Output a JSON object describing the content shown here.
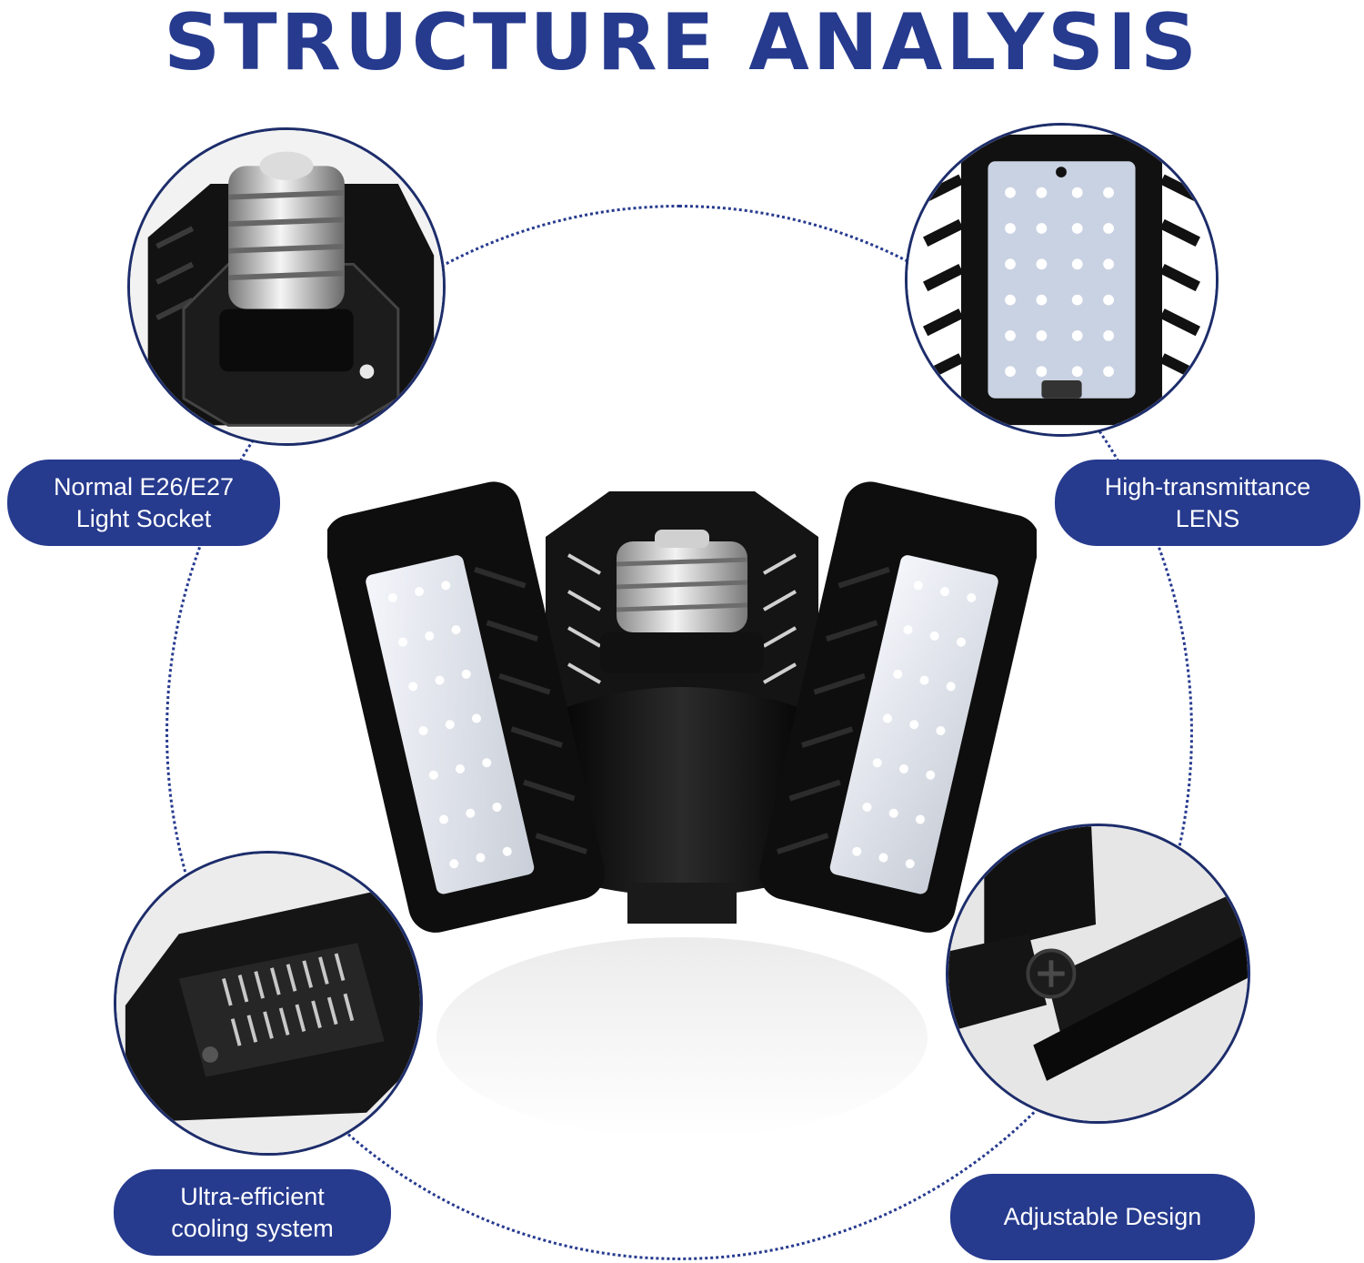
{
  "title": "STRUCTURE ANALYSIS",
  "colors": {
    "accent": "#263a8e",
    "pill_text": "#ffffff",
    "background": "#ffffff"
  },
  "features": [
    {
      "id": "socket",
      "line1": "Normal E26/E27",
      "line2": "Light Socket",
      "icon": "light-socket-closeup"
    },
    {
      "id": "lens",
      "line1": "High-transmittance",
      "line2": "LENS",
      "icon": "led-lens-closeup"
    },
    {
      "id": "cooling",
      "line1": "Ultra-efficient",
      "line2": "cooling system",
      "icon": "cooling-vents-closeup"
    },
    {
      "id": "adjustable",
      "line1": "Adjustable Design",
      "line2": "",
      "icon": "hinge-closeup"
    }
  ]
}
